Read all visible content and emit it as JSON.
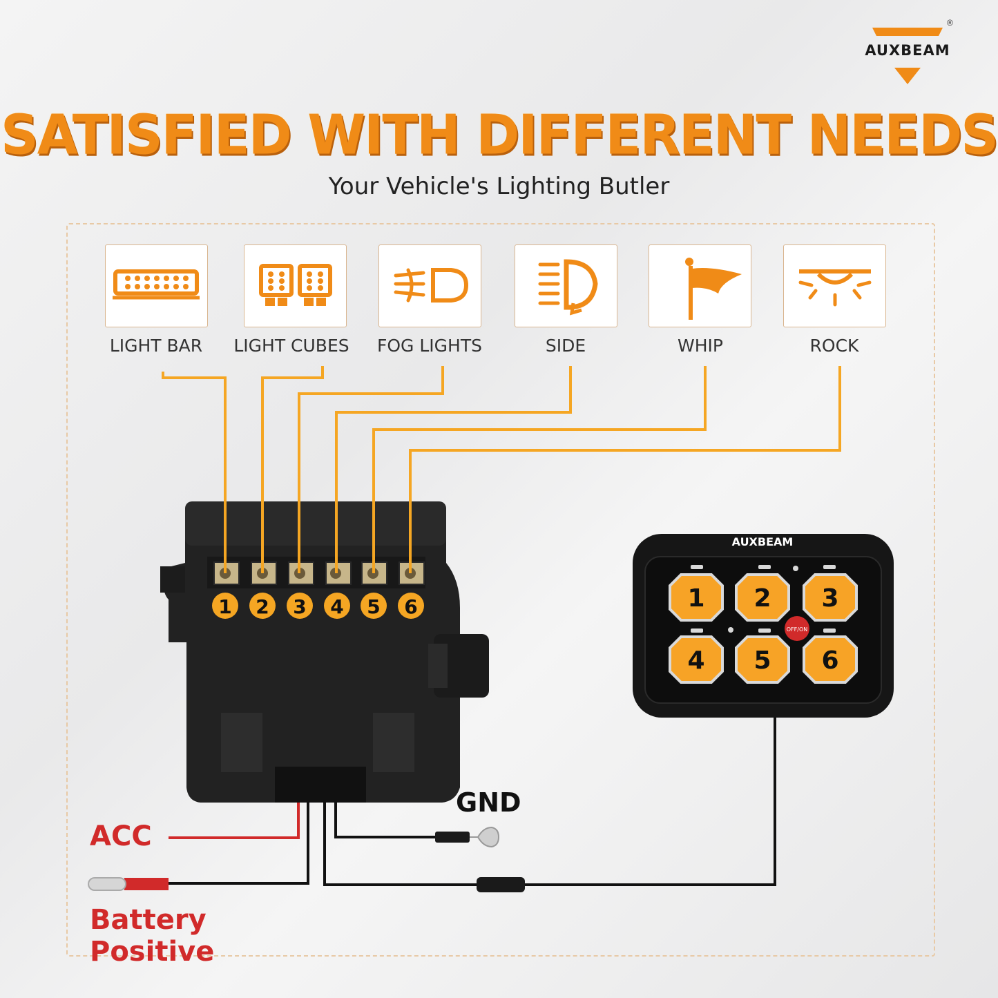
{
  "brand": {
    "name": "AUXBEAM",
    "mark": "®"
  },
  "headline": "SATISFIED WITH DIFFERENT NEEDS",
  "subheadline": "Your Vehicle's Lighting Butler",
  "lights": [
    {
      "label": "LIGHT BAR",
      "icon": "light-bar-icon"
    },
    {
      "label": "LIGHT CUBES",
      "icon": "light-cubes-icon"
    },
    {
      "label": "FOG LIGHTS",
      "icon": "fog-lights-icon"
    },
    {
      "label": "SIDE",
      "icon": "side-light-icon"
    },
    {
      "label": "WHIP",
      "icon": "whip-flag-icon"
    },
    {
      "label": "ROCK",
      "icon": "rock-light-icon"
    }
  ],
  "relay_box": {
    "terminals": [
      "1",
      "2",
      "3",
      "4",
      "5",
      "6"
    ]
  },
  "control_panel": {
    "brand": "AUXBEAM",
    "buttons": [
      "1",
      "2",
      "3",
      "4",
      "5",
      "6"
    ],
    "power_label": "OFF/ON"
  },
  "wiring": {
    "acc": "ACC",
    "battery": "Battery Positive",
    "ground": "GND"
  },
  "colors": {
    "accent": "#f08b17",
    "wire_orange": "#f5a623",
    "wire_red": "#d12a2a",
    "button_fill": "#f7a326"
  }
}
